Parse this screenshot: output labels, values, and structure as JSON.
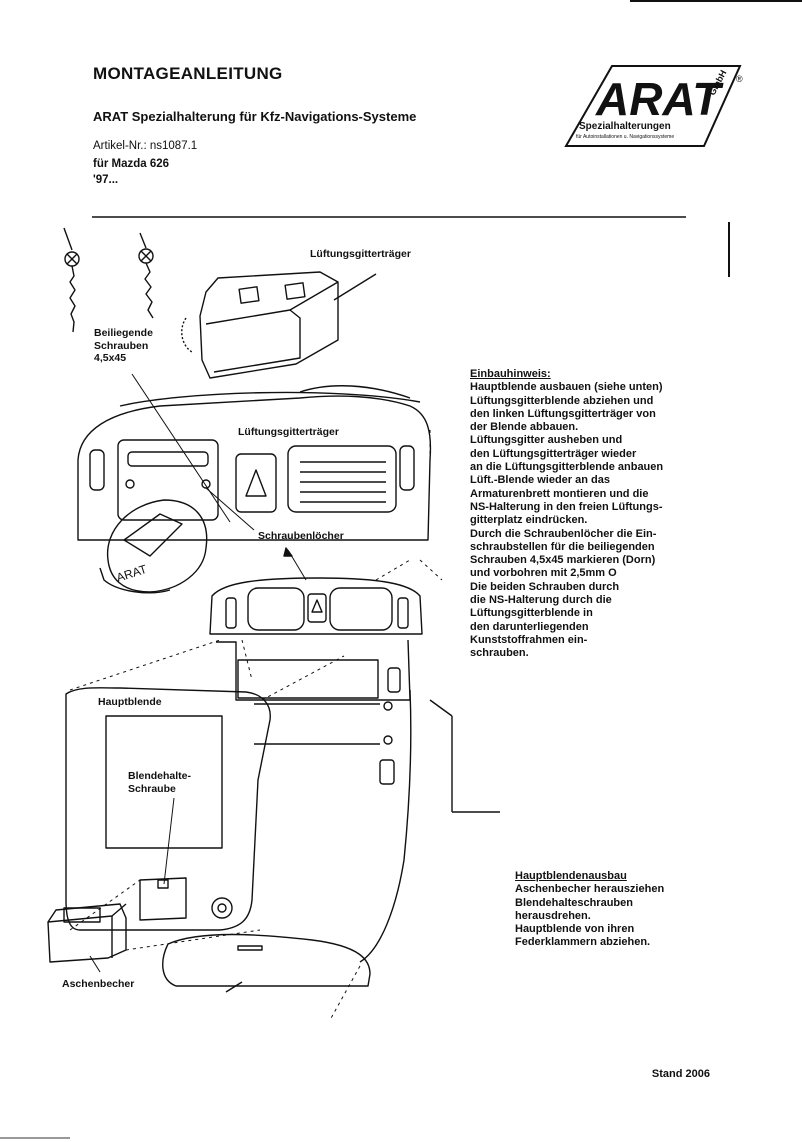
{
  "header": {
    "title": "MONTAGEANLEITUNG",
    "subtitle": "ARAT Spezialhalterung für Kfz-Navigations-Systeme",
    "article_no": "Artikel-Nr.: ns1087.1",
    "vehicle": "für Mazda 626",
    "year": "'97..."
  },
  "logo": {
    "brand": "ARAT",
    "suffix": "GmbH",
    "registered": "®",
    "tagline": "Spezialhalterungen",
    "sub_tagline": "für Autoinstallationen u. Navigationssysteme"
  },
  "diagram": {
    "labels": {
      "vent_carrier_top": "Lüftungsgitterträger",
      "screws": [
        "Beiliegende",
        "Schrauben",
        "4,5x45"
      ],
      "vent_carrier_mid": "Lüftungsgitterträger",
      "screw_holes": "Schraubenlöcher",
      "main_panel": "Hauptblende",
      "panel_screw": [
        "Blendehalte-",
        "Schraube"
      ],
      "ashtray": "Aschenbecher",
      "arat_on_holder": "ARAT"
    }
  },
  "install_note": {
    "heading": "Einbauhinweis:",
    "lines": [
      "Hauptblende ausbauen (siehe unten)",
      "Lüftungsgitterblende abziehen und",
      "den linken Lüftungsgitterträger von",
      "der Blende abbauen.",
      "Lüftungsgitter ausheben und",
      "den Lüftungsgitterträger wieder",
      "an die Lüftungsgitterblende anbauen",
      "Lüft.-Blende wieder an das",
      "Armaturenbrett montieren und die",
      "NS-Halterung in den freien Lüftungs-",
      "gitterplatz eindrücken.",
      "Durch die Schraubenlöcher die Ein-",
      "schraubstellen für die beiliegenden",
      "Schrauben 4,5x45 markieren (Dorn)",
      "und vorbohren mit 2,5mm O",
      "Die beiden Schrauben durch",
      "die NS-Halterung durch die",
      "Lüftungsgitterblende in",
      "den darunterliegenden",
      "Kunststoffrahmen ein-",
      "schrauben."
    ]
  },
  "removal_note": {
    "heading": "Hauptblendenausbau",
    "lines": [
      "Aschenbecher herausziehen",
      "Blendehalteschrauben",
      "herausdrehen.",
      "Hauptblende von ihren",
      "Federklammern abziehen."
    ]
  },
  "footer": {
    "stand": "Stand 2006"
  }
}
